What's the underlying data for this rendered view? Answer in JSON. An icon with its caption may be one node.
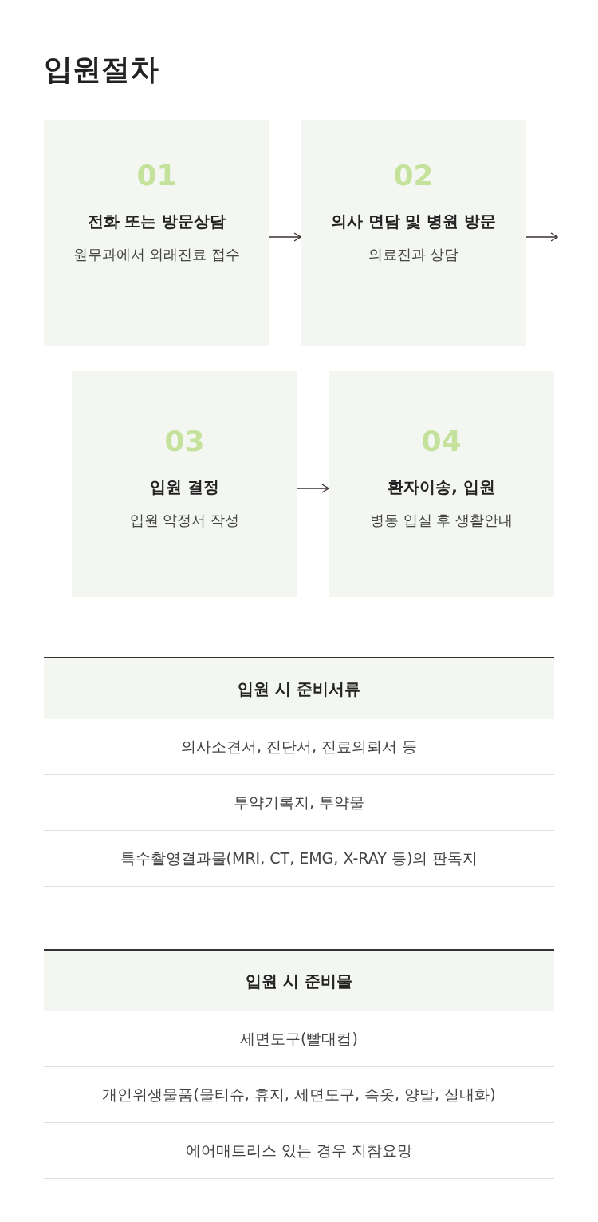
{
  "diagram": {
    "title": "입원절차",
    "nodes": [
      {
        "text": [
          "01",
          "전화 또는 방문상담",
          "원무과에서 외래진료 접수"
        ]
      },
      {
        "text": [
          "02",
          "의사 면담 및 병원 방문",
          "의료진과 상담"
        ]
      },
      {
        "text": [
          "03",
          "입원 결정",
          "입원 약정서 작성"
        ]
      },
      {
        "text": [
          "04",
          "환자이송, 입원",
          "병동 입실 후 생활안내"
        ]
      }
    ],
    "edges": [
      {
        "from": 0,
        "to": 1,
        "arrow": "to"
      },
      {
        "from": 1,
        "to": null,
        "arrow": "to"
      },
      {
        "from": 2,
        "to": 3,
        "arrow": "to"
      }
    ],
    "labels": [
      "입원 시 준비서류",
      "의사소견서, 진단서, 진료의뢰서 등",
      "투약기록지, 투약물",
      "특수촬영결과물(MRI, CT, EMG, X-RAY 등)의 판독지",
      "입원 시 준비물",
      "세면도구(빨대컵)",
      "개인위생물품(물티슈, 휴지, 세면도구, 속옷, 양말, 실내화)",
      "에어매트리스 있는 경우 지참요망"
    ]
  }
}
